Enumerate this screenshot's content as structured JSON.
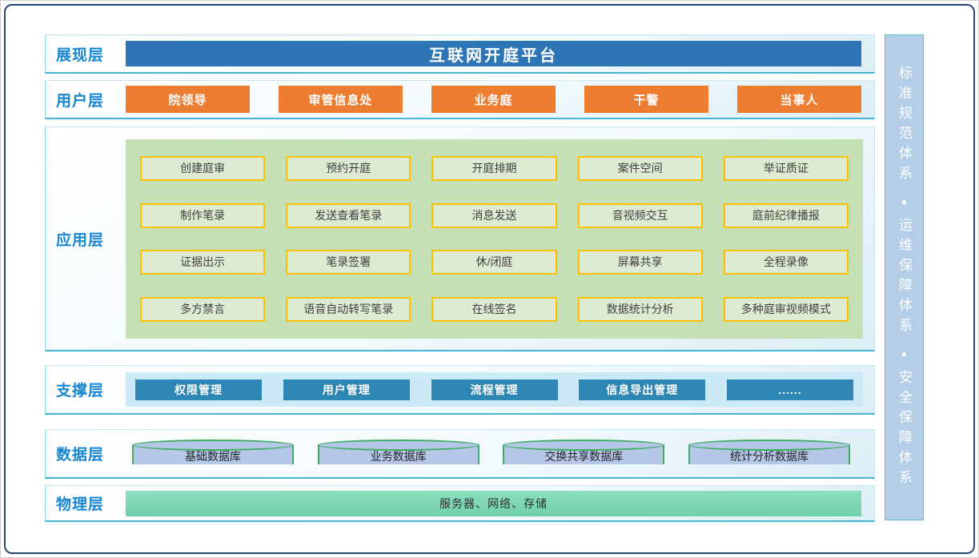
{
  "layers": {
    "presentation": {
      "label": "展现层",
      "platform": "互联网开庭平台"
    },
    "user": {
      "label": "用户层",
      "roles": [
        "院领导",
        "审管信息处",
        "业务庭",
        "干警",
        "当事人"
      ]
    },
    "application": {
      "label": "应用层",
      "modules": [
        "创建庭审",
        "预约开庭",
        "开庭排期",
        "案件空间",
        "举证质证",
        "制作笔录",
        "发送查看笔录",
        "消息发送",
        "音视频交互",
        "庭前纪律播报",
        "证据出示",
        "笔录签署",
        "休/闭庭",
        "屏幕共享",
        "全程录像",
        "多方禁言",
        "语音自动转写笔录",
        "在线签名",
        "数据统计分析",
        "多种庭审视频模式"
      ]
    },
    "support": {
      "label": "支撑层",
      "modules": [
        "权限管理",
        "用户管理",
        "流程管理",
        "信息导出管理",
        "......"
      ]
    },
    "data": {
      "label": "数据层",
      "databases": [
        "基础数据库",
        "业务数据库",
        "交换共享数据库",
        "统计分析数据库"
      ]
    },
    "physical": {
      "label": "物理层",
      "content": "服务器、网络、存储"
    }
  },
  "sidebar": {
    "systems": [
      "标准规范体系",
      "运维保障体系",
      "安全保障体系"
    ],
    "separator": "●"
  },
  "colors": {
    "title_bar": "#2E75B6",
    "user_role_button": "#ED7D31",
    "app_panel": "#C5E0B4",
    "app_box_border": "#FFC000",
    "support_button": "#2E86B5",
    "database_fill": "#B4C7E7",
    "database_border": "#3FAD62",
    "physical_bar": "#79D6B2",
    "sidebar_pillar": "#B5CEE8",
    "frame_border": "#26477C",
    "layer_label_text": "#1886D0"
  }
}
